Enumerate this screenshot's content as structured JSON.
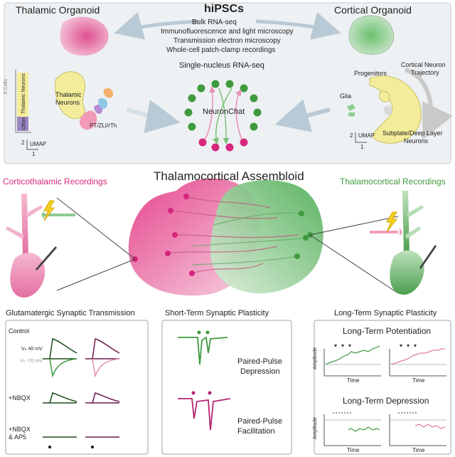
{
  "top": {
    "hipsc_title": "hiPSCs",
    "thalamic_organoid": "Thalamic Organoid",
    "cortical_organoid": "Cortical Organoid",
    "methods": [
      "Bulk RNA-seq",
      "Immunofluorescence and light microscopy",
      "Transmission electron microscopy",
      "Whole-cell patch-clamp recordings"
    ],
    "snrna_title": "Single-nucleus RNA-seq",
    "bar_axis_label": "# Cells",
    "bar_thalamic_label": "Thalamic Neurons",
    "bar_other_label": "Other",
    "thalamic_neurons_label": "Thalamic\nNeurons",
    "pt_label": "PT/ZLI/rTh",
    "umap_label": "UMAP",
    "axis_2": "2",
    "axis_1": "1",
    "neuronchat": "NeuronChat",
    "progenitors": "Progenitors",
    "glia": "Glia",
    "cortical_traj_l1": "Cortical Neuron",
    "cortical_traj_l2": "Trajectory",
    "subplate_l1": "Subplate/Deep Layer",
    "subplate_l2": "Neurons"
  },
  "middle": {
    "assembloid_title": "Thalamocortical Assembloid",
    "corticothalamic": "Corticothalamic Recordings",
    "thalamocortical": "Thalamocortical Recordings"
  },
  "bottom": {
    "glutamatergic_title": "Glutamatergic Synaptic Transmission",
    "short_term_title": "Short-Term Synaptic Plasticity",
    "long_term_title": "Long-Term Synaptic Plasticity",
    "control": "Control",
    "vh_40": "Vₕ 40 mV",
    "vh_neg70": "Vₕ -70 mV",
    "nbqx": "+NBQX",
    "nbqx_ap5_l1": "+NBQX",
    "nbqx_ap5_l2": "& AP5",
    "ppd_l1": "Paired-Pulse",
    "ppd_l2": "Depression",
    "ppf_l1": "Paired-Pulse",
    "ppf_l2": "Facilitation",
    "ltp": "Long-Term Potentiation",
    "ltd": "Long-Term Depression",
    "amplitude": "Amplitude",
    "time": "Time"
  },
  "colors": {
    "pink": "#d6277d",
    "green": "#3f9a3f",
    "yellow": "#f3ec9a",
    "arrow": "#b8cad6",
    "panel_border": "#9aa6ad"
  }
}
